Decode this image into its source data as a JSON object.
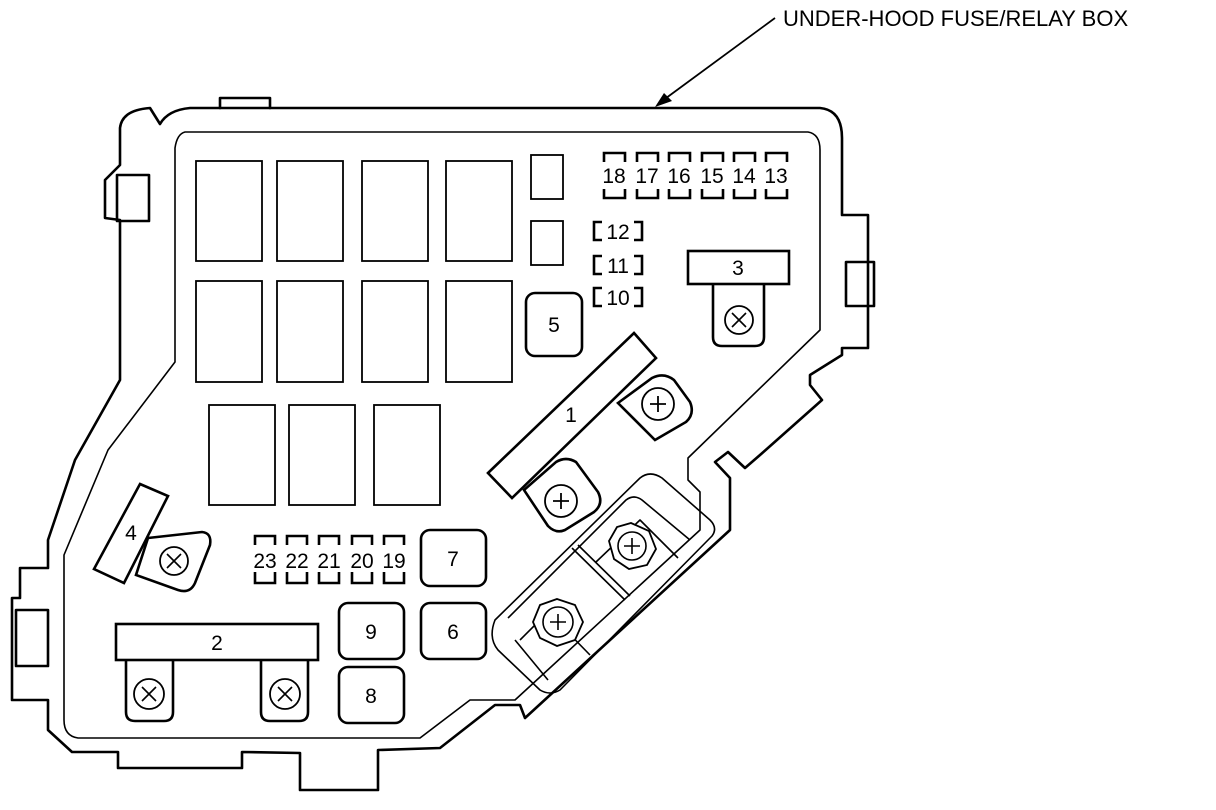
{
  "title": "UNDER-HOOD FUSE/RELAY BOX",
  "large_fuses": [
    "1",
    "2",
    "3",
    "4"
  ],
  "medium_fuses": [
    "5",
    "6",
    "7",
    "8",
    "9"
  ],
  "small_fuses_top": [
    "18",
    "17",
    "16",
    "15",
    "14",
    "13"
  ],
  "small_fuses_side": [
    "12",
    "11",
    "10"
  ],
  "small_fuses_bottom": [
    "23",
    "22",
    "21",
    "20",
    "19"
  ],
  "icons": [
    "screw-terminal-icon",
    "bolt-terminal-icon",
    "pointer-arrow-icon"
  ]
}
